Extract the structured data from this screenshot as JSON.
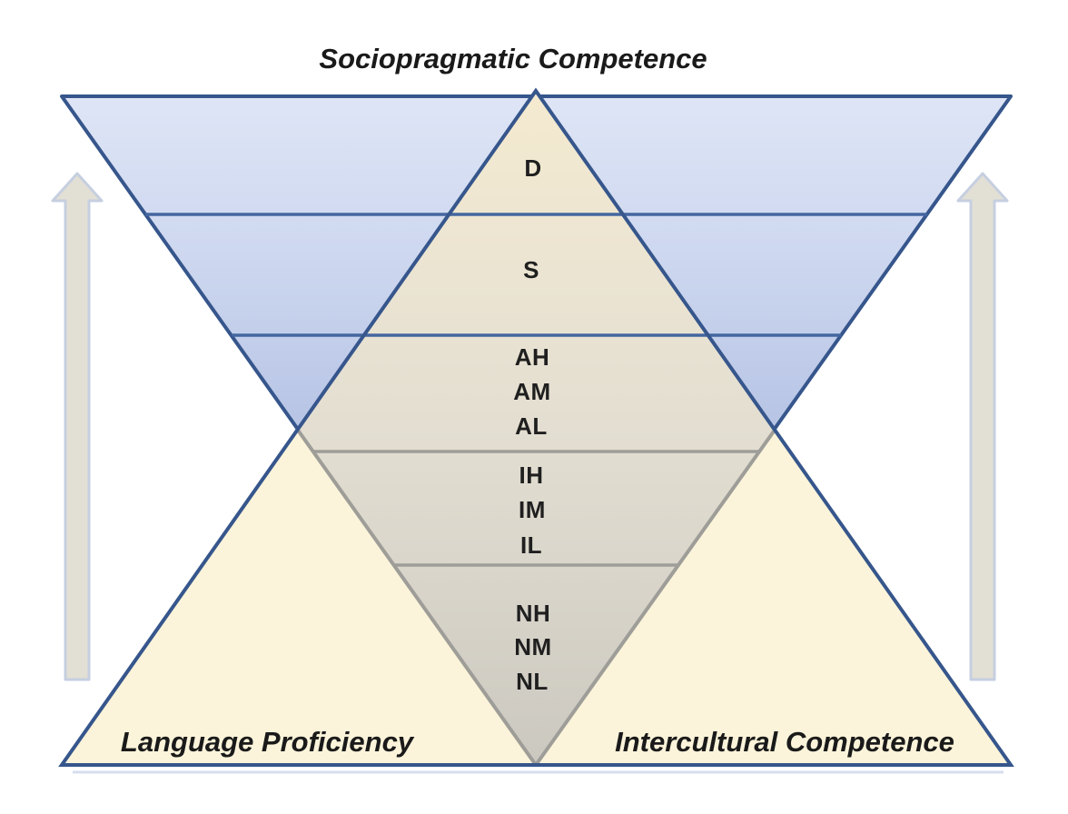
{
  "diagram": {
    "title": "Sociopragmatic Competence",
    "left_triangle_label": "Language Proficiency",
    "right_triangle_label": "Intercultural Competence",
    "levels": [
      {
        "code": "D"
      },
      {
        "code": "S"
      },
      {
        "code": "AH"
      },
      {
        "code": "AM"
      },
      {
        "code": "AL"
      },
      {
        "code": "IH"
      },
      {
        "code": "IM"
      },
      {
        "code": "IL"
      },
      {
        "code": "NH"
      },
      {
        "code": "NM"
      },
      {
        "code": "NL"
      }
    ],
    "arrows": [
      {
        "name": "left-up-arrow",
        "direction": "up"
      },
      {
        "name": "right-up-arrow",
        "direction": "up"
      }
    ],
    "colors": {
      "triangle_border_blue": "#36568c",
      "inverted_triangle_fill_top": "#dde4f5",
      "inverted_triangle_fill_bottom": "#b3c1e3",
      "upright_triangle_fill": "#fbf4da",
      "diamond_fill_top": "#f4ead0",
      "diamond_fill_bottom": "#cbc8c0",
      "blue_divider": "#4466a0",
      "gray_divider": "#9e9d98",
      "arrow_fill": "#e2dfd5",
      "arrow_border": "#c6cfe0",
      "text_color": "#1a1a1a"
    }
  }
}
